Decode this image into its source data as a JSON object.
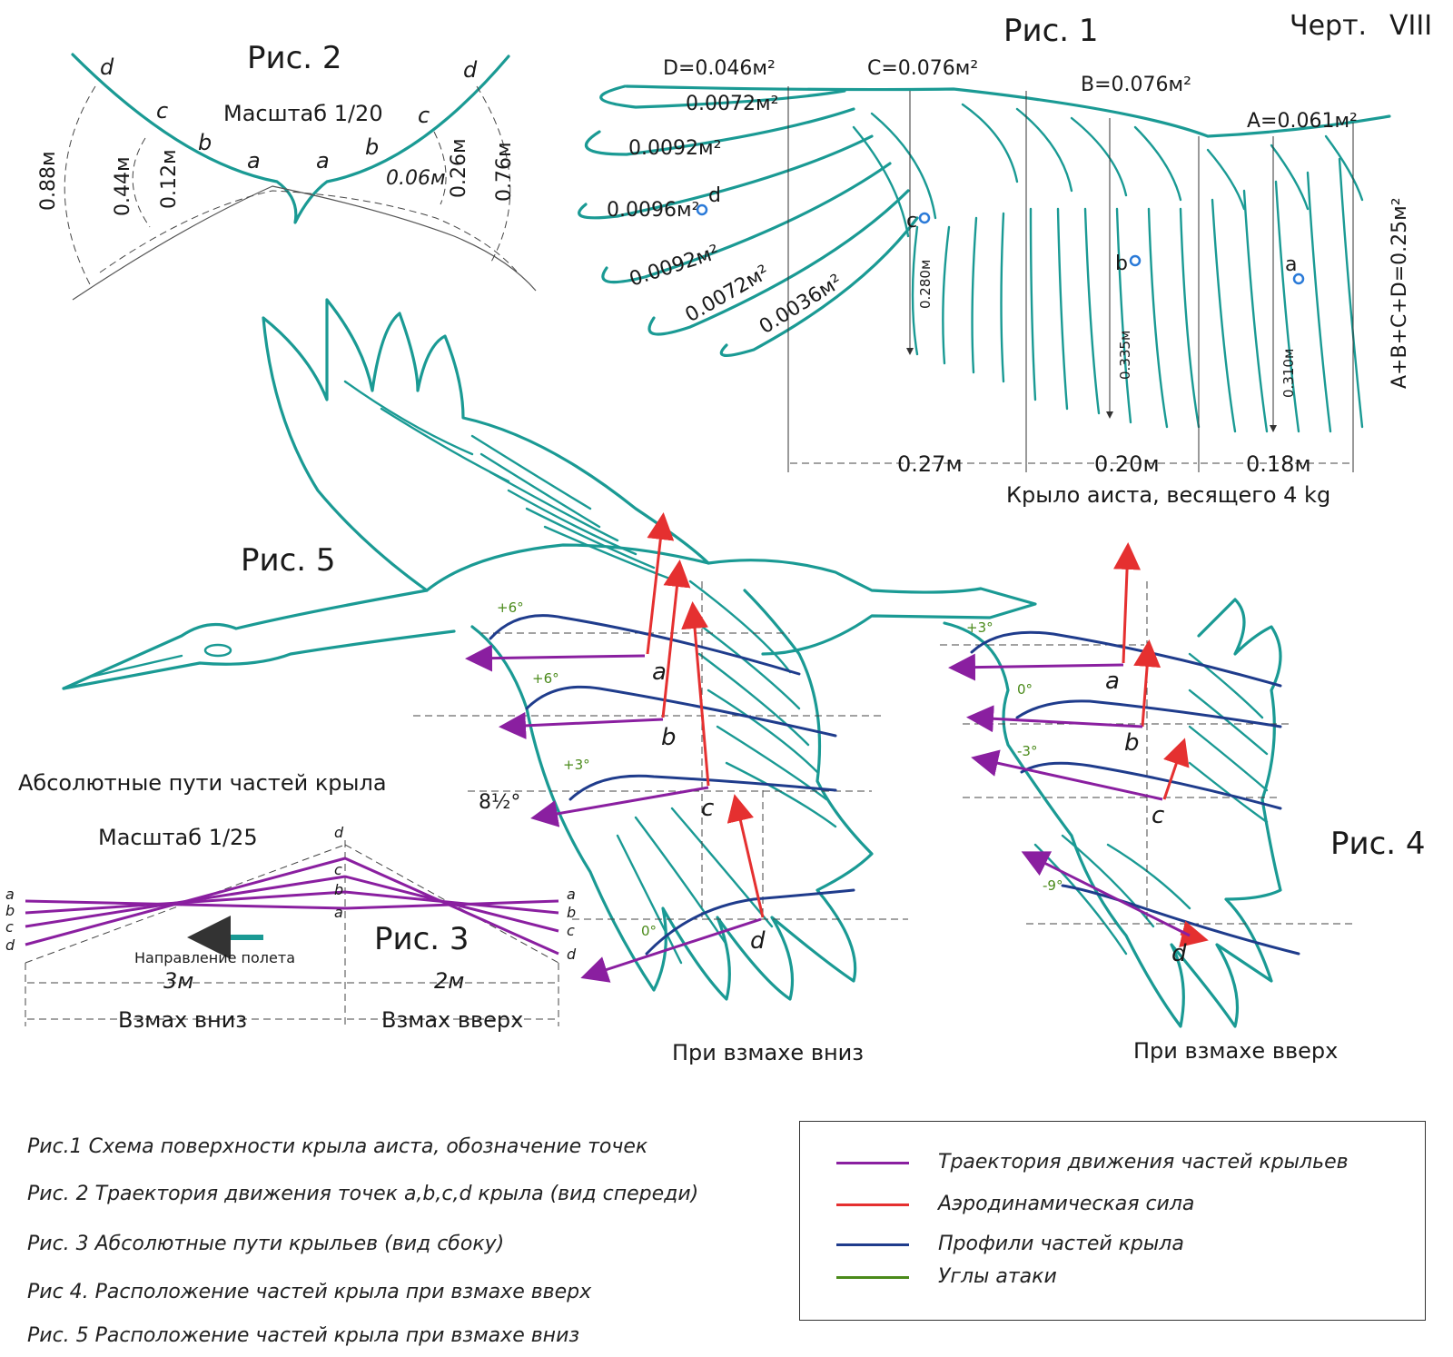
{
  "sheet_label": "Черт.",
  "sheet_number": "VIII",
  "fig1": {
    "title": "Рис. 1",
    "area_D": "D=0.046м²",
    "area_C": "C=0.076м²",
    "area_B": "B=0.076м²",
    "area_A": "A=0.061м²",
    "feather_areas": [
      "0.0072м²",
      "0.0092м²",
      "0.0096м²",
      "0.0092м²",
      "0.0072м²",
      "0.0036м²"
    ],
    "sum_label": "A+B+C+D=0.25м²",
    "chord_c": "0.280м",
    "chord_b": "0.335м",
    "chord_a": "0.310м",
    "span_1": "0.27м",
    "span_2": "0.20м",
    "span_3": "0.18м",
    "point_a": "a",
    "point_b": "b",
    "point_c": "c",
    "point_d": "d",
    "subtitle": "Крыло аиста, весящего 4 kg"
  },
  "fig2": {
    "title": "Рис. 2",
    "scale": "Масштаб 1/20",
    "left_points": [
      "d",
      "c",
      "b",
      "a"
    ],
    "right_points": [
      "a",
      "b",
      "c",
      "d"
    ],
    "dim_088": "0.88м",
    "dim_044": "0.44м",
    "dim_012": "0.12м",
    "dim_006": "0.06м",
    "dim_026": "0.26м",
    "dim_076": "0.76м"
  },
  "fig3": {
    "heading": "Абсолютные пути частей крыла",
    "scale": "Масштаб 1/25",
    "title": "Рис. 3",
    "direction": "Направление полета",
    "dist_down": "3м",
    "dist_up": "2м",
    "stroke_down": "Взмах вниз",
    "stroke_up": "Взмах вверх",
    "left_labels": [
      "a",
      "b",
      "c",
      "d"
    ],
    "mid_labels": [
      "d",
      "c",
      "b",
      "a"
    ],
    "right_labels": [
      "a",
      "b",
      "c",
      "d"
    ]
  },
  "fig5": {
    "title": "Рис. 5",
    "angles": [
      "+6°",
      "+6°",
      "+3°",
      "0°"
    ],
    "extra_angle": "8½°",
    "points": [
      "a",
      "b",
      "c",
      "d"
    ],
    "caption": "При взмахе вниз"
  },
  "fig4": {
    "title": "Рис. 4",
    "angles": [
      "+3°",
      "0°",
      "-3°",
      "-9°"
    ],
    "points": [
      "a",
      "b",
      "c",
      "d"
    ],
    "caption": "При взмахе вверх"
  },
  "captions": [
    "Рис.1 Схема поверхности крыла аиста, обозначение точек",
    "Рис. 2 Траектория движения точек a,b,c,d крыла (вид спереди)",
    "Рис. 3  Абсолютные пути крыльев (вид сбоку)",
    "Рис 4. Расположение частей крыла при взмахе вверх",
    "Рис. 5 Расположение частей крыла при взмахе вниз"
  ],
  "legend": [
    {
      "label": "Траектория движения частей крыльев",
      "color": "#8a1fa0"
    },
    {
      "label": "Аэродинамическая сила",
      "color": "#e53030"
    },
    {
      "label": "Профили частей крыла",
      "color": "#1f3c8c"
    },
    {
      "label": "Углы атаки",
      "color": "#4a8a1a"
    }
  ]
}
